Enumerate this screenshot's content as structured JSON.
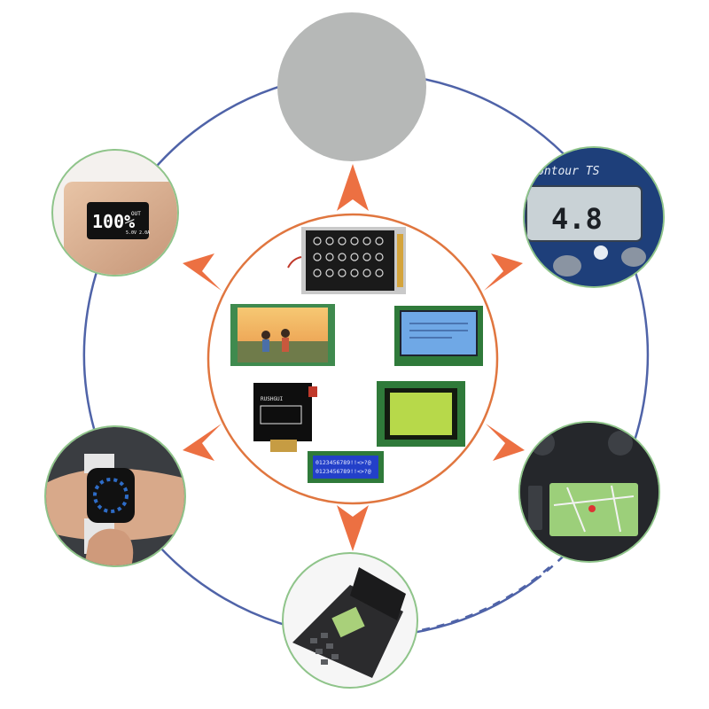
{
  "colors": {
    "outer_ring": "#4f63a8",
    "inner_ring": "#e0763f",
    "arrow": "#ec7042",
    "top_node": "#b6b8b7",
    "node_border": "#8fc48a"
  },
  "outer_ring_style": {
    "solid_segment": "most of circle",
    "dashed_segment": "lower-right arc between car and pos terminal"
  },
  "center_panel": {
    "modules": [
      {
        "id": "graphic-lcd",
        "kind": "monochrome graphic LCD with icons"
      },
      {
        "id": "tft-photo",
        "kind": "color TFT showing photo"
      },
      {
        "id": "blue-graphic",
        "kind": "blue graphic LCD module"
      },
      {
        "id": "oled-square",
        "kind": "square OLED module"
      },
      {
        "id": "yellow-green",
        "kind": "yellow-green graphic LCD module"
      },
      {
        "id": "character-lcd",
        "kind": "blue character LCD 16x2"
      }
    ],
    "oled_text": "RUSHGUI",
    "char_lcd_line1": "0123456789!!<>?@",
    "char_lcd_line2": "0123456789!!<>?@"
  },
  "nodes": [
    {
      "id": "top",
      "icon": "blank-circle",
      "caption": ""
    },
    {
      "id": "power-bank",
      "icon": "power-bank-icon",
      "display_text": "100%",
      "unit_text": "OUT",
      "sub_text": "5.0V 2.0A"
    },
    {
      "id": "glucose-meter",
      "icon": "glucose-meter-icon",
      "brand_text": "ontour TS",
      "display_text": "4.8"
    },
    {
      "id": "smartwatch",
      "icon": "smartwatch-icon"
    },
    {
      "id": "car-navigation",
      "icon": "car-navigation-icon"
    },
    {
      "id": "pos-terminal",
      "icon": "pos-terminal-icon"
    }
  ]
}
